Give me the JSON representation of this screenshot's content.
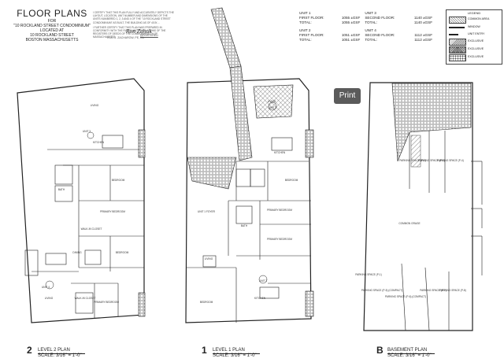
{
  "title_block": {
    "title": "FLOOR PLANS",
    "for": "FOR",
    "project": "\"10 ROCKLAND STREET CONDOMINIUM\"",
    "located_at": "LOCATED AT",
    "address": "10 ROCKLAND STREET",
    "city": "BOSTON MASSACHUSETTS"
  },
  "certification": {
    "text_1": "I CERTIFY THAT THIS PLAN FULLY AND ACCURATELY DEPICTS THE LAYOUT, LOCATION, UNIT NUMBER AND DIMENSIONS OF THE UNITS NUMBERED 1, 2, 3 AND 4 OF THE \"10 ROCKLAND STREET CONDOMINIUM\" AS BUILT, THE BUILDING AS OF 4/19/....",
    "text_2": "I FURTHER CERTIFY THAT THIS PLAN WAS PREPARED IN CONFORMITY WITH THE RULES AND REGULATIONS OF THE REGISTERS OF DEEDS OF THE COMMONWEALTH OF MASSACHUSETTS.",
    "signature": "Ron Zahuk",
    "author": "ROB G. ZACHAROW, PE, RA",
    "stamp": "REGISTERED"
  },
  "units": [
    {
      "name": "UNIT 1",
      "row1_label": "FIRST FLOOR:",
      "row1_value": "1055 ±GSF",
      "row2_label": "TOTAL:",
      "row2_value": "1055 ±GSF"
    },
    {
      "name": "UNIT 2",
      "row1_label": "FIRST FLOOR:",
      "row1_value": "1051 ±GSF",
      "row2_label": "TOTAL:",
      "row2_value": "1051 ±GSF"
    },
    {
      "name": "UNIT 3",
      "row1_label": "SECOND FLOOR:",
      "row1_value": "1140 ±GSF",
      "row2_label": "TOTAL:",
      "row2_value": "1140 ±GSF"
    },
    {
      "name": "UNIT 4",
      "row1_label": "SECOND FLOOR:",
      "row1_value": "1112 ±GSF",
      "row2_label": "TOTAL:",
      "row2_value": "1112 ±GSF"
    }
  ],
  "legend": {
    "title": "LEGEND",
    "items": [
      "COMMON AREA",
      "WINDOW",
      "UNIT ENTRY",
      "EXCLUSIVE",
      "EXCLUSIVE",
      "EXCLUSIVE"
    ]
  },
  "print_button": {
    "label": "Print"
  },
  "plans": [
    {
      "number": "2",
      "name": "LEVEL 2 PLAN",
      "scale": "SCALE: 3/16\" = 1'-0\"",
      "rooms": [
        "LIVING",
        "UNIT 3",
        "KITCHEN",
        "BEDROOM",
        "PRIMARY BEDROOM",
        "DINING",
        "LIVING",
        "UNIT 4",
        "BEDROOM",
        "PRIMARY BEDROOM",
        "WALK-IN CLOSET",
        "WALK-IN CLOSET",
        "BATH"
      ]
    },
    {
      "number": "1",
      "name": "LEVEL 1 PLAN",
      "scale": "SCALE: 3/16\" = 1'-0\"",
      "rooms": [
        "LIVING",
        "UNIT 1",
        "KITCHEN",
        "BEDROOM",
        "UNIT 1 FOYER",
        "PRIMARY BEDROOM",
        "PRIMARY BEDROOM",
        "LIVING",
        "UNIT 2",
        "BEDROOM",
        "KITCHEN",
        "BATH"
      ]
    },
    {
      "number": "B",
      "name": "BASEMENT PLAN",
      "scale": "SCALE: 3/16\" = 1'-0\"",
      "rooms": [
        "PARKING SPACE (P-2)",
        "PARKING SPACE (P-3)",
        "PARKING SPACE (P-4)",
        "COMMON GRAGE",
        "PARKING SPACE (P-1)",
        "PARKING SPACE (P-5) (COMPACT)",
        "PARKING SPACE (P-6) (COMPACT)",
        "PARKING SPACE (P-7)",
        "PARKING SPACE (P-8)"
      ]
    }
  ]
}
